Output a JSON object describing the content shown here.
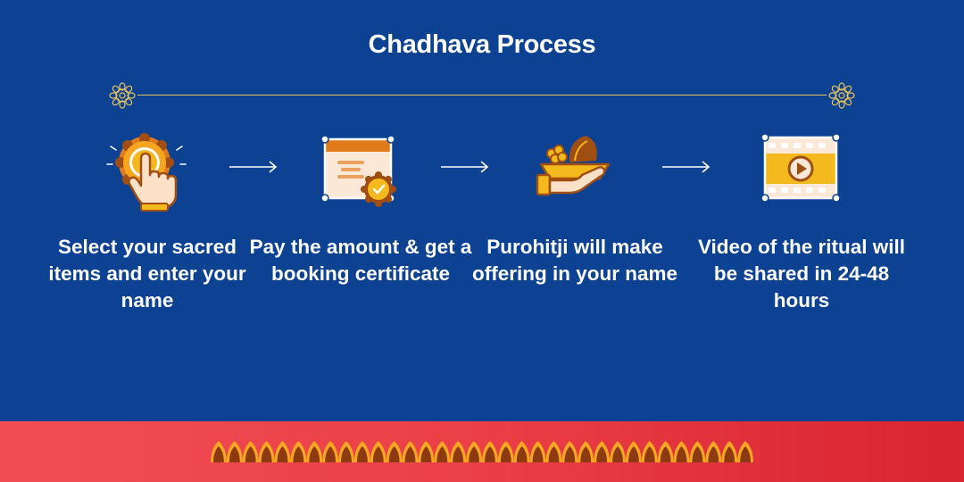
{
  "header": {
    "title": "Chadhava Process"
  },
  "steps": [
    {
      "text": "Select your sacred items and enter your name",
      "icon": "hand-tap-icon"
    },
    {
      "text": "Pay the amount & get a booking certificate",
      "icon": "certificate-icon"
    },
    {
      "text": "Purohitji will make offering in your name",
      "icon": "offering-hand-icon"
    },
    {
      "text": "Video of the ritual will be shared in 24-48 hours",
      "icon": "video-play-icon"
    }
  ],
  "colors": {
    "background": "#0c4291",
    "accent_gold": "#f3b91d",
    "accent_brown": "#a04e12",
    "footer_red": "#e63a44"
  }
}
